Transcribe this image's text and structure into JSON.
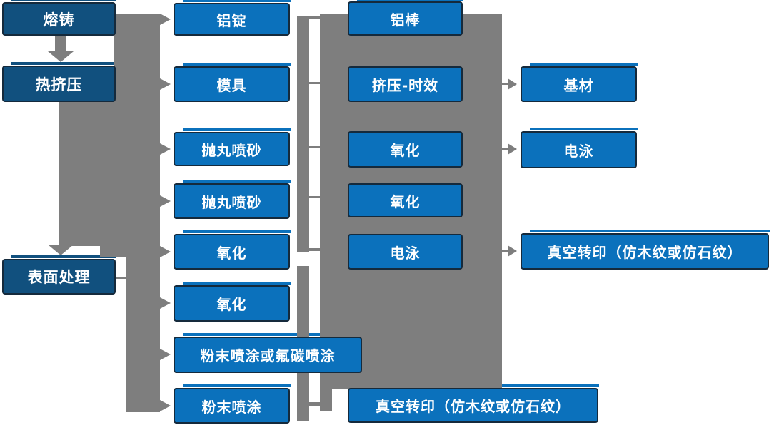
{
  "diagram": {
    "type": "flowchart",
    "colors": {
      "node_fill": "#0B71BC",
      "node_dark_fill": "#11507E",
      "node_border": "#152A3C",
      "connector_gray": "#7E7E7E",
      "text": "#FFFFFF",
      "background": "#FFFFFF"
    },
    "nodes": [
      {
        "id": "melt-casting",
        "label": "熔铸",
        "column": 1
      },
      {
        "id": "hot-extrusion",
        "label": "热挤压",
        "column": 1
      },
      {
        "id": "surface-treatment",
        "label": "表面处理",
        "column": 1
      },
      {
        "id": "aluminum-ingot",
        "label": "铝锭",
        "column": 2
      },
      {
        "id": "mold",
        "label": "模具",
        "column": 2
      },
      {
        "id": "shot-blasting-1",
        "label": "抛丸喷砂",
        "column": 2
      },
      {
        "id": "shot-blasting-2",
        "label": "抛丸喷砂",
        "column": 2
      },
      {
        "id": "oxidation-c2-1",
        "label": "氧化",
        "column": 2
      },
      {
        "id": "oxidation-c2-2",
        "label": "氧化",
        "column": 2
      },
      {
        "id": "powder-or-fluorocarbon-coating",
        "label": "粉末喷涂或氟碳喷涂",
        "column": 2
      },
      {
        "id": "powder-coating",
        "label": "粉末喷涂",
        "column": 2
      },
      {
        "id": "aluminum-rod",
        "label": "铝棒",
        "column": 3
      },
      {
        "id": "extrusion-aging",
        "label": "挤压-时效",
        "column": 3
      },
      {
        "id": "oxidation-c3-1",
        "label": "氧化",
        "column": 3
      },
      {
        "id": "oxidation-c3-2",
        "label": "氧化",
        "column": 3
      },
      {
        "id": "electrophoresis-c3",
        "label": "电泳",
        "column": 3
      },
      {
        "id": "vacuum-transfer-bottom",
        "label": "真空转印（仿木纹或仿石纹）",
        "column": 3
      },
      {
        "id": "substrate",
        "label": "基材",
        "column": 4
      },
      {
        "id": "electrophoresis-c4",
        "label": "电泳",
        "column": 4
      },
      {
        "id": "vacuum-transfer-right",
        "label": "真空转印（仿木纹或仿石纹）",
        "column": 4
      }
    ],
    "edges": [
      {
        "from": "melt-casting",
        "to": "aluminum-ingot"
      },
      {
        "from": "melt-casting",
        "to": "hot-extrusion"
      },
      {
        "from": "hot-extrusion",
        "to": "mold"
      },
      {
        "from": "hot-extrusion",
        "to": "shot-blasting-1"
      },
      {
        "from": "hot-extrusion",
        "to": "shot-blasting-2"
      },
      {
        "from": "hot-extrusion",
        "to": "surface-treatment"
      },
      {
        "from": "surface-treatment",
        "to": "oxidation-c2-1"
      },
      {
        "from": "surface-treatment",
        "to": "oxidation-c2-2"
      },
      {
        "from": "surface-treatment",
        "to": "powder-or-fluorocarbon-coating"
      },
      {
        "from": "surface-treatment",
        "to": "powder-coating"
      },
      {
        "from": "aluminum-ingot",
        "to": "aluminum-rod"
      },
      {
        "from": "mold",
        "to": "extrusion-aging"
      },
      {
        "from": "shot-blasting-1",
        "to": "oxidation-c3-1"
      },
      {
        "from": "shot-blasting-2",
        "to": "oxidation-c3-2"
      },
      {
        "from": "oxidation-c2-1",
        "to": "electrophoresis-c3"
      },
      {
        "from": "extrusion-aging",
        "to": "substrate"
      },
      {
        "from": "oxidation-c3-1",
        "to": "electrophoresis-c4"
      },
      {
        "from": "electrophoresis-c3",
        "to": "vacuum-transfer-right"
      },
      {
        "from": "powder-coating",
        "to": "vacuum-transfer-bottom"
      }
    ]
  }
}
